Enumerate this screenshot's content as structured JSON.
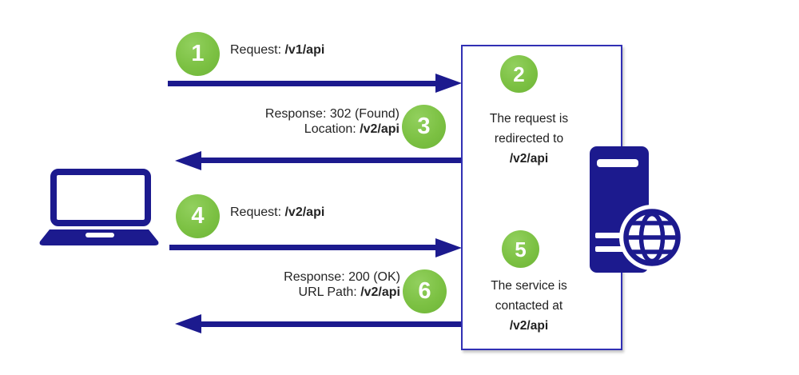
{
  "steps": {
    "s1": {
      "num": "1",
      "prefix": "Request: ",
      "path": "/v1/api"
    },
    "s2": {
      "num": "2",
      "line1": "The request is",
      "line2": "redirected to",
      "path": "/v2/api"
    },
    "s3": {
      "num": "3",
      "line1": "Response: 302 (Found)",
      "prefix": "Location: ",
      "path": "/v2/api"
    },
    "s4": {
      "num": "4",
      "prefix": "Request: ",
      "path": "/v2/api"
    },
    "s5": {
      "num": "5",
      "line1": "The service is",
      "line2": "contacted at",
      "path": "/v2/api"
    },
    "s6": {
      "num": "6",
      "line1": "Response: 200 (OK)",
      "prefix": "URL Path: ",
      "path": "/v2/api"
    }
  },
  "icons": {
    "client": "laptop-icon",
    "server": "server-tower-icon",
    "globe": "globe-icon"
  },
  "colors": {
    "navy": "#1c1a8e",
    "box_border": "#3130b4",
    "step_green": "#7cc143",
    "text": "#242424",
    "background": "#ffffff"
  }
}
